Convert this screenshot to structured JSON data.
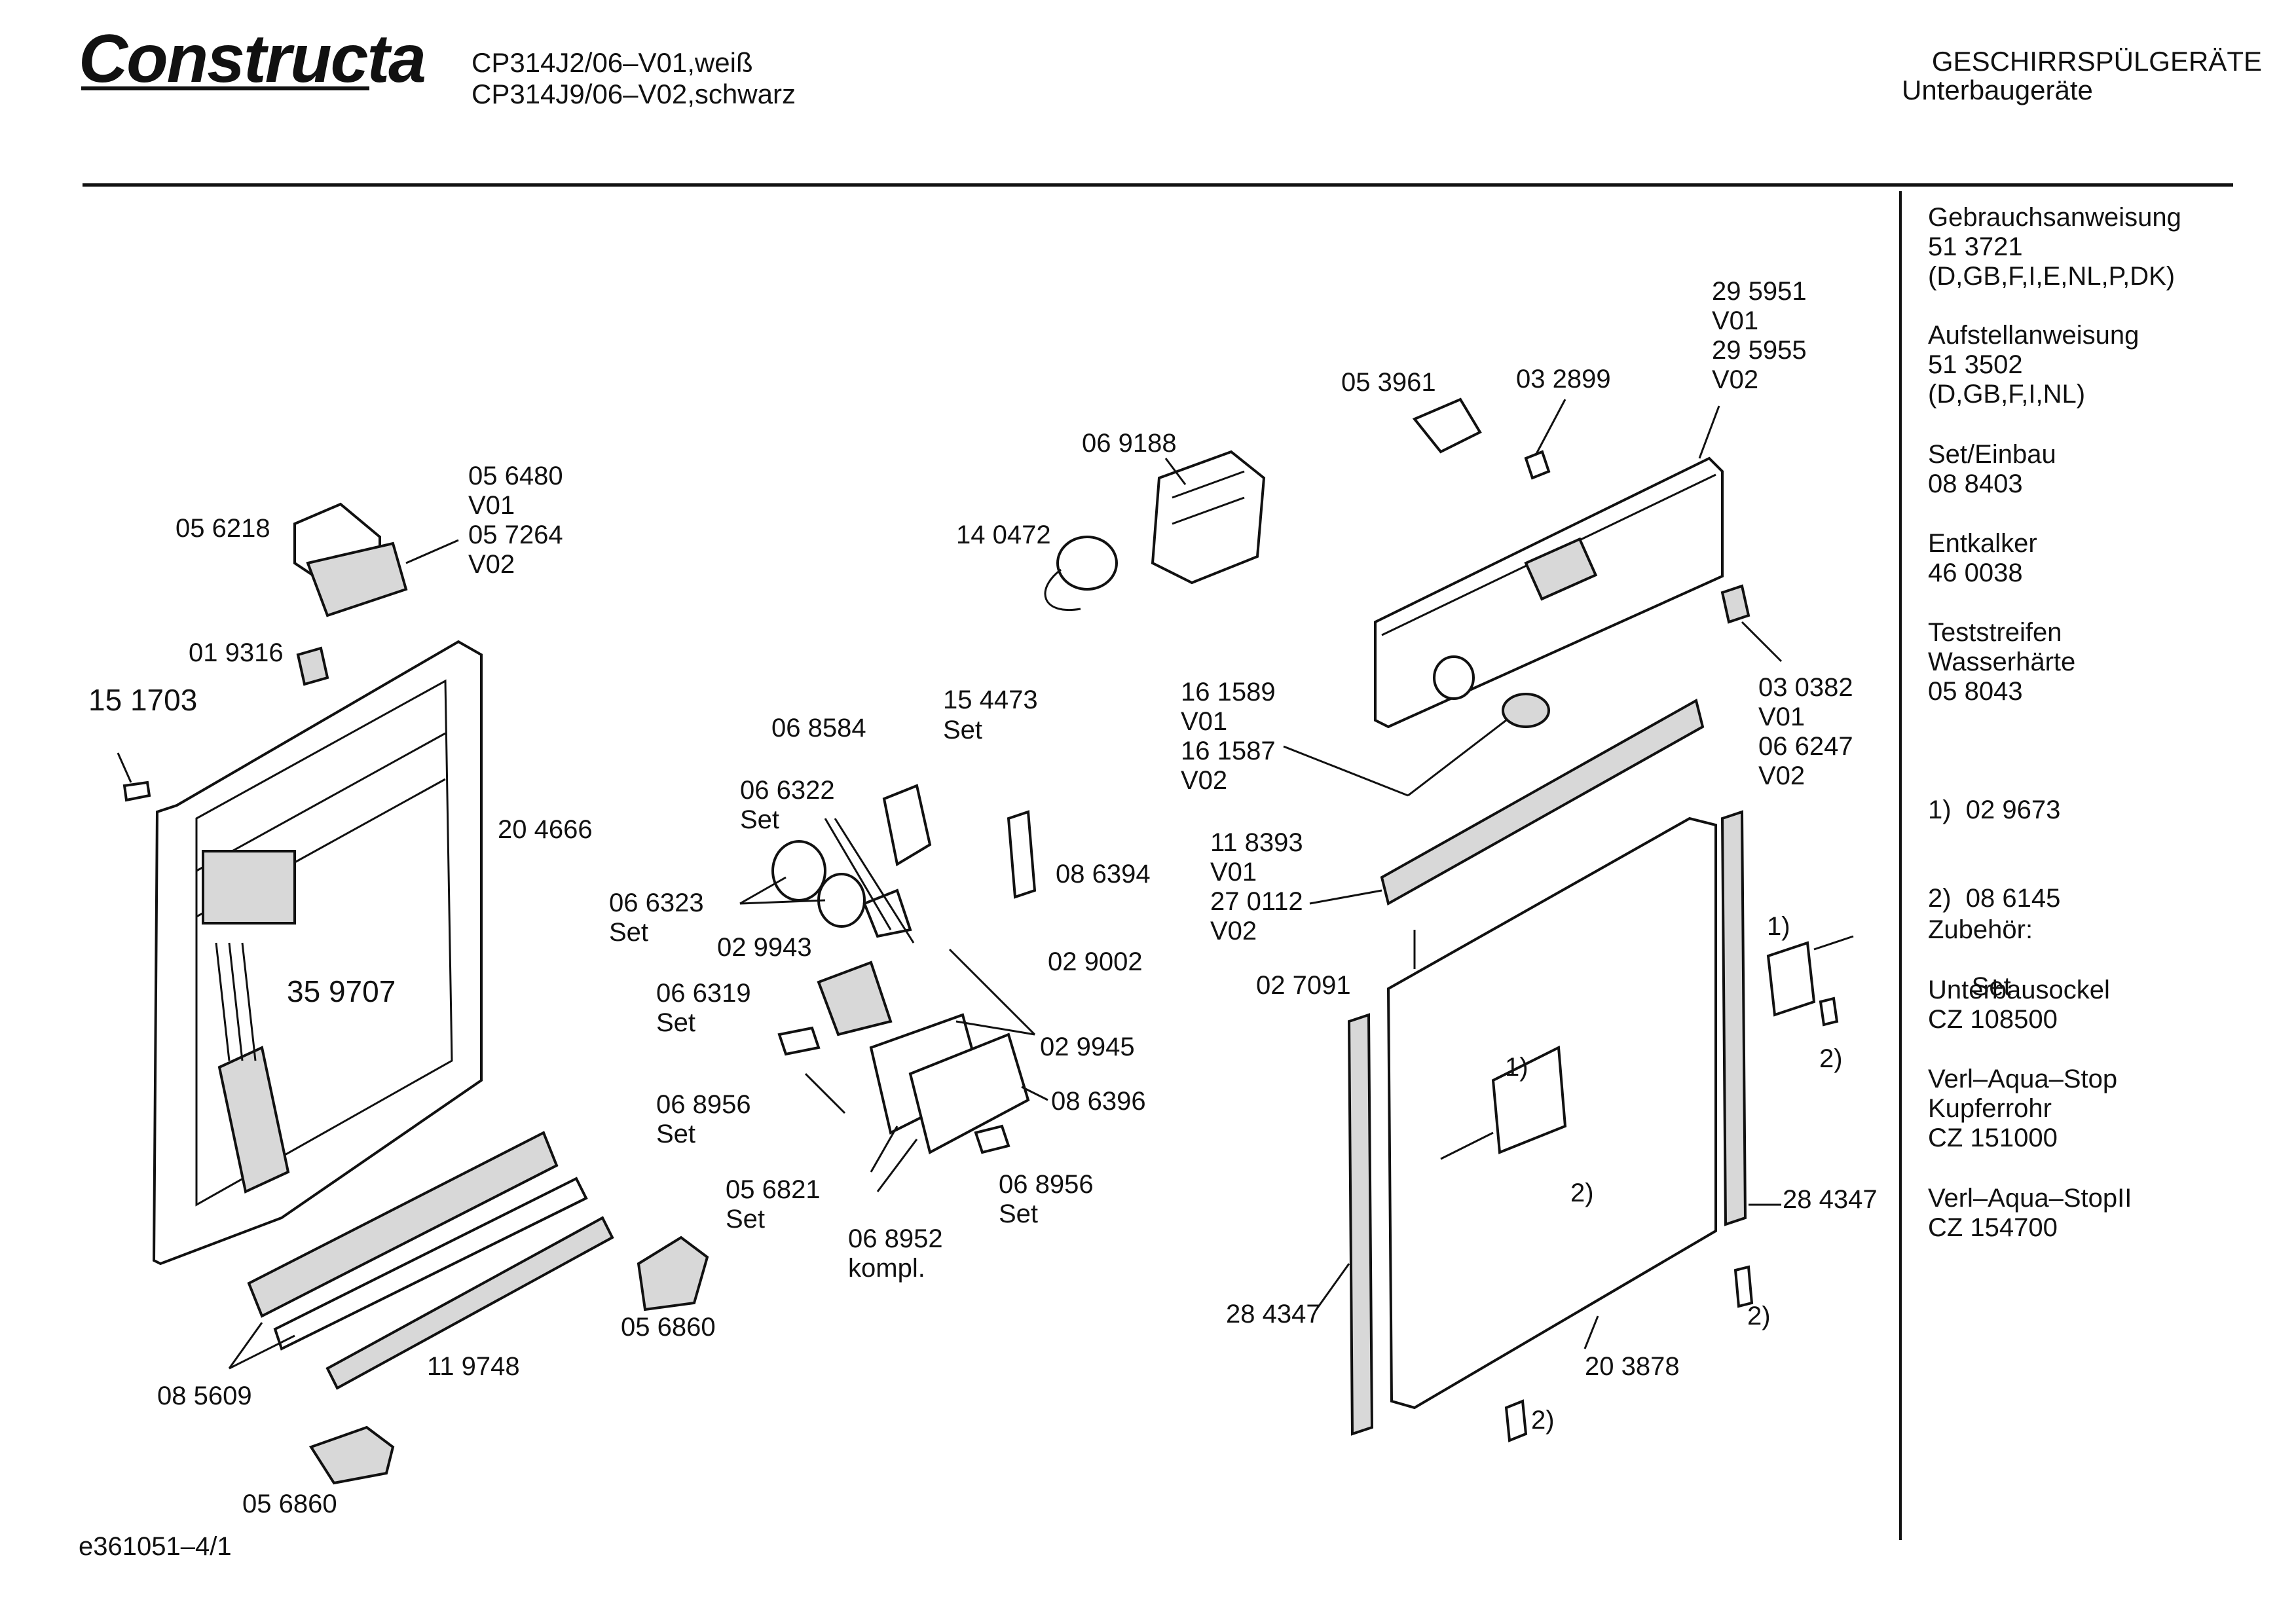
{
  "header": {
    "brand": "Constructa",
    "models": [
      "CP314J2/06–V01,weiß",
      "CP314J9/06–V02,schwarz"
    ],
    "category": "GESCHIRRSPÜLGERÄTE",
    "subcategory": "Unterbaugeräte"
  },
  "sidebar": {
    "blocks": [
      [
        "Gebrauchsanweisung",
        "51 3721",
        "(D,GB,F,I,E,NL,P,DK)"
      ],
      [
        "Aufstellanweisung",
        "51 3502",
        "(D,GB,F,I,NL)"
      ],
      [
        "Set/Einbau",
        "08 8403"
      ],
      [
        "Entkalker",
        "46 0038"
      ],
      [
        "Teststreifen",
        "Wasserhärte",
        "05 8043"
      ],
      [
        "1)  02 9673",
        "2)  08 6145",
        "      Set"
      ],
      [
        "Zubehör:"
      ],
      [
        "Unterbausockel",
        "CZ 108500"
      ],
      [
        "Verl–Aqua–Stop",
        "Kupferrohr",
        "CZ 151000"
      ],
      [
        "Verl–Aqua–StopII",
        "CZ 154700"
      ]
    ]
  },
  "labels": {
    "l01": "05 6480",
    "l02": "V01",
    "l03": "05 7264",
    "l04": "V02",
    "l05": "05 6218",
    "l06": "01 9316",
    "l07": "15 1703",
    "l08": "20 4666",
    "l09": "35 9707",
    "l10": "08 5609",
    "l11": "11 9748",
    "l12": "05 6860",
    "l13": "05 6860",
    "l14": "06 9188",
    "l15": "14 0472",
    "l16": "06 8584",
    "l17": "15 4473",
    "l18": "Set",
    "l19": "06 6322",
    "l20": "Set",
    "l21": "06 6323",
    "l22": "Set",
    "l23": "08 6394",
    "l24": "02 9943",
    "l25": "02 9002",
    "l26": "06 6319",
    "l27": "Set",
    "l28": "02 9945",
    "l29": "06 8956",
    "l30": "Set",
    "l31": "08 6396",
    "l32": "05 6821",
    "l33": "Set",
    "l34": "06 8956",
    "l35": "Set",
    "l36": "06 8952",
    "l37": "kompl.",
    "l38": "05 3961",
    "l39": "03 2899",
    "l40": "29 5951",
    "l41": "V01",
    "l42": "29 5955",
    "l43": "V02",
    "l44": "16 1589",
    "l45": "V01",
    "l46": "16 1587",
    "l47": "V02",
    "l48": "03 0382",
    "l49": "V01",
    "l50": "06 6247",
    "l51": "V02",
    "l52": "11 8393",
    "l53": "V01",
    "l54": "27 0112",
    "l55": "V02",
    "l56": "02 7091",
    "l57": "1)",
    "l58": "2)",
    "l59": "1)",
    "l60": "2)",
    "l61": "28 4347",
    "l62": "28 4347",
    "l63": "20 3878",
    "l64": "2)",
    "l65": "2)"
  },
  "footer": {
    "code": "e361051–4/1"
  }
}
